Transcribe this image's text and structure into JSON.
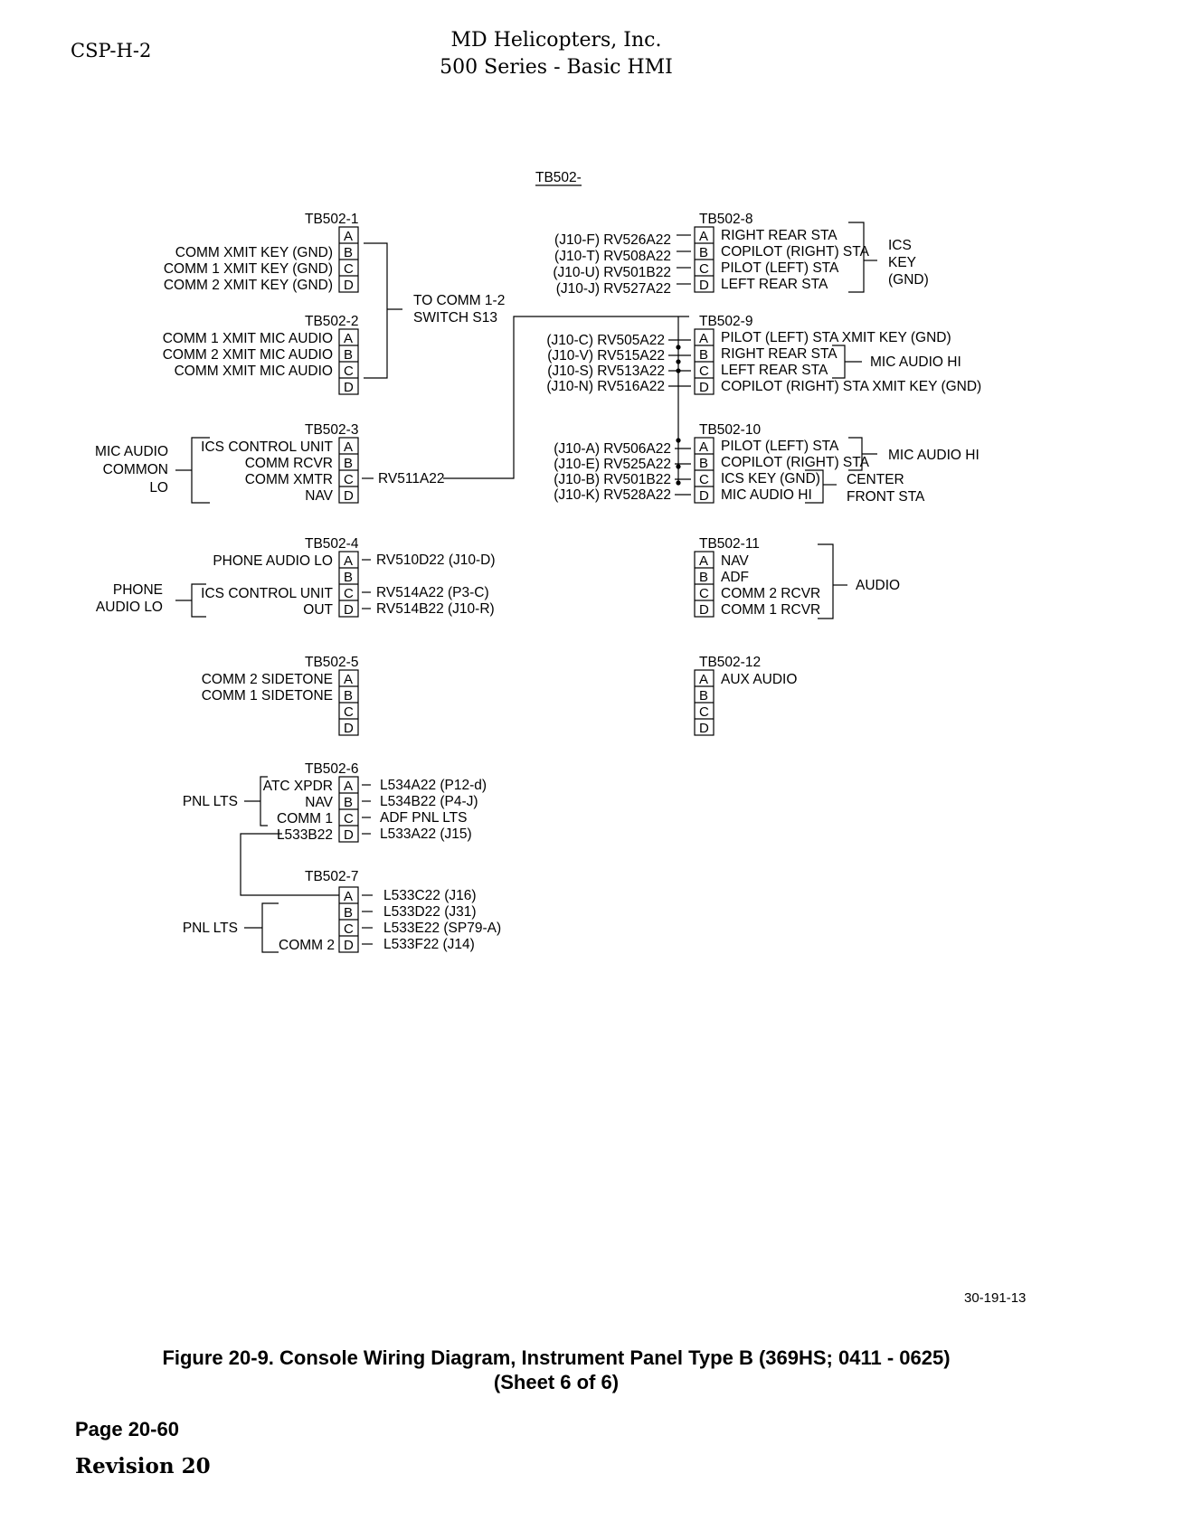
{
  "header": {
    "doc_code": "CSP-H-2",
    "company": "MD Helicopters, Inc.",
    "series": "500 Series - Basic HMI"
  },
  "diagram": {
    "title": "TB502-",
    "pins": [
      "A",
      "B",
      "C",
      "D"
    ],
    "blocks": {
      "tb1": {
        "name": "TB502-1",
        "labels": [
          "",
          "COMM XMIT KEY (GND)",
          "COMM 1 XMIT KEY (GND)",
          "COMM 2 XMIT KEY (GND)"
        ]
      },
      "tb2": {
        "name": "TB502-2",
        "labels": [
          "COMM 1 XMIT MIC AUDIO",
          "COMM 2 XMIT MIC AUDIO",
          "COMM XMIT MIC AUDIO",
          ""
        ]
      },
      "tb12_group": {
        "line1": "TO COMM 1-2",
        "line2": "SWITCH S13"
      },
      "tb3": {
        "name": "TB502-3",
        "labels": [
          "ICS CONTROL UNIT",
          "COMM RCVR",
          "COMM XMTR",
          "NAV"
        ],
        "group": [
          "MIC AUDIO",
          "COMMON",
          "LO"
        ],
        "wire_c": "RV511A22"
      },
      "tb4": {
        "name": "TB502-4",
        "labels": [
          "PHONE AUDIO LO",
          "",
          "ICS CONTROL UNIT",
          "OUT"
        ],
        "group": [
          "PHONE",
          "AUDIO LO"
        ],
        "wires": [
          "RV510D22 (J10-D)",
          "RV514A22 (P3-C)",
          "RV514B22 (J10-R)"
        ]
      },
      "tb5": {
        "name": "TB502-5",
        "labels": [
          "COMM 2 SIDETONE",
          "COMM 1 SIDETONE",
          "",
          ""
        ]
      },
      "tb6": {
        "name": "TB502-6",
        "labels": [
          "ATC XPDR",
          "NAV",
          "COMM 1",
          "L533B22"
        ],
        "group": "PNL LTS",
        "wires": [
          "L534A22 (P12-d)",
          "L534B22 (P4-J)",
          "ADF PNL LTS",
          "L533A22 (J15)"
        ]
      },
      "tb7": {
        "name": "TB502-7",
        "labels": [
          "",
          "",
          "",
          "COMM 2"
        ],
        "group": "PNL LTS",
        "wires": [
          "L533C22 (J16)",
          "L533D22 (J31)",
          "L533E22 (SP79-A)",
          "L533F22 (J14)"
        ]
      },
      "tb8": {
        "name": "TB502-8",
        "wires": [
          "(J10-F) RV526A22",
          "(J10-T) RV508A22",
          "(J10-U) RV501B22",
          "(J10-J) RV527A22"
        ],
        "labels": [
          "RIGHT REAR STA",
          "COPILOT (RIGHT) STA",
          "PILOT (LEFT) STA",
          "LEFT REAR STA"
        ],
        "group": [
          "ICS",
          "KEY",
          "(GND)"
        ]
      },
      "tb9": {
        "name": "TB502-9",
        "wires": [
          "(J10-C) RV505A22",
          "(J10-V) RV515A22",
          "(J10-S) RV513A22",
          "(J10-N) RV516A22"
        ],
        "labels": [
          "PILOT (LEFT) STA XMIT KEY (GND)",
          "RIGHT REAR STA",
          "LEFT REAR STA",
          "COPILOT (RIGHT) STA XMIT KEY (GND)"
        ],
        "group": "MIC AUDIO HI"
      },
      "tb10": {
        "name": "TB502-10",
        "wires": [
          "(J10-A) RV506A22",
          "(J10-E) RV525A22",
          "(J10-B) RV501B22",
          "(J10-K) RV528A22"
        ],
        "labels": [
          "PILOT (LEFT) STA",
          "COPILOT (RIGHT) STA",
          "ICS KEY (GND)",
          "MIC AUDIO HI"
        ],
        "group": "MIC AUDIO HI",
        "group2": [
          "CENTER",
          "FRONT STA"
        ]
      },
      "tb11": {
        "name": "TB502-11",
        "labels": [
          "NAV",
          "ADF",
          "COMM 2 RCVR",
          "COMM 1 RCVR"
        ],
        "group": "AUDIO"
      },
      "tb12": {
        "name": "TB502-12",
        "labels": [
          "AUX AUDIO",
          "",
          "",
          ""
        ]
      }
    },
    "figure_code": "30-191-13"
  },
  "caption": {
    "line1": "Figure  20-9.  Console Wiring Diagram, Instrument Panel Type B (369HS; 0411 - 0625)",
    "line2": "(Sheet 6 of 6)"
  },
  "footer": {
    "page": "Page  20-60",
    "revision": "Revision 20"
  }
}
